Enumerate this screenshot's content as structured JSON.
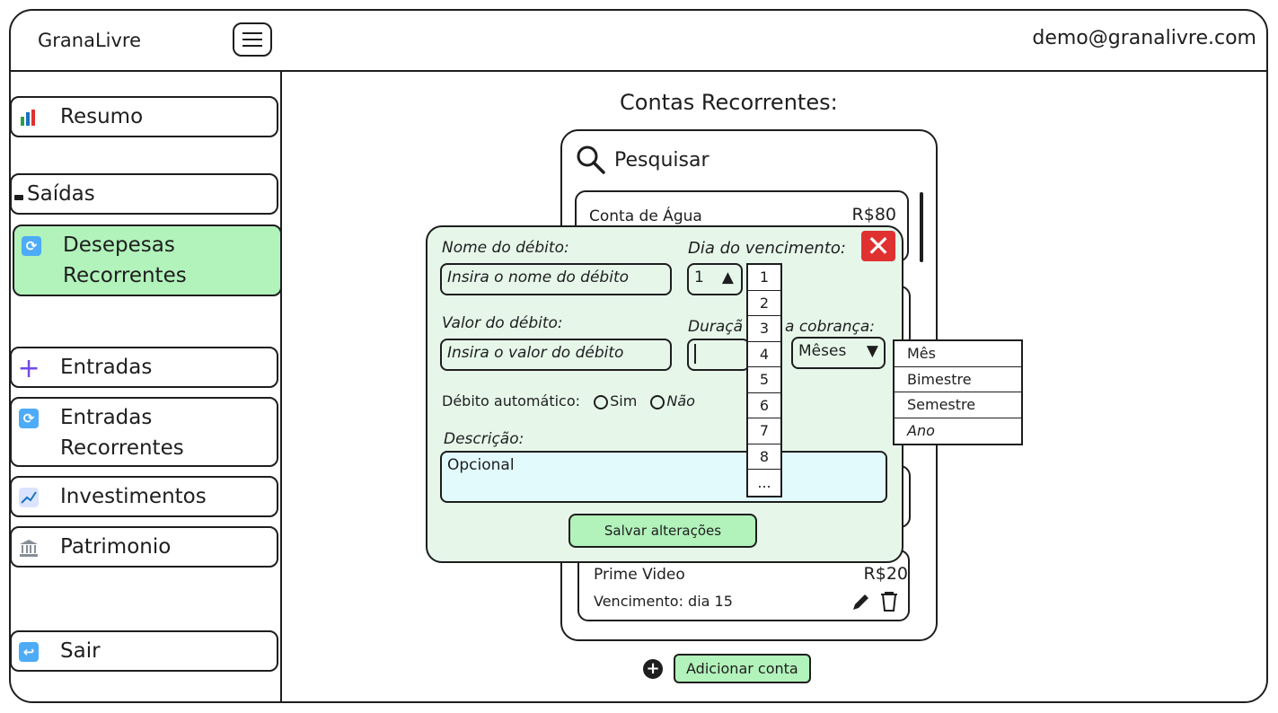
{
  "header": {
    "app_title": "GranaLivre",
    "user_email": "demo@granalivre.com"
  },
  "sidebar": {
    "items": [
      {
        "label": "Resumo",
        "icon": "bar-chart-icon"
      },
      {
        "label": "Saídas",
        "icon": "outflow-icon"
      },
      {
        "label": "Desepesas\nRecorrentes",
        "icon": "recurring-icon"
      },
      {
        "label": "Entradas",
        "icon": "plus-icon"
      },
      {
        "label": "Entradas\nRecorrentes",
        "icon": "recurring-icon"
      },
      {
        "label": "Investimentos",
        "icon": "trend-chart-icon"
      },
      {
        "label": "Patrimonio",
        "icon": "bank-icon"
      },
      {
        "label": "Sair",
        "icon": "logout-icon"
      }
    ]
  },
  "main": {
    "title": "Contas Recorrentes:",
    "search_placeholder": "Pesquisar",
    "cards": [
      {
        "name": "Conta de Água",
        "amount": "R$80"
      },
      {
        "name": "Prime Video",
        "amount": "R$20",
        "due": "Vencimento: dia 15"
      }
    ],
    "add_button": "Adicionar conta"
  },
  "modal": {
    "name_label": "Nome do débito:",
    "name_placeholder": "Insira o nome do débito",
    "due_label": "Dia do vencimento:",
    "due_value": "1",
    "value_label": "Valor do débito:",
    "value_placeholder": "Insira o valor do débito",
    "duration_label_start": "Duraçã",
    "duration_label_end": "a cobrança:",
    "period_value": "Mêses",
    "autodebit_label": "Débito automático:",
    "autodebit_yes": "Sim",
    "autodebit_no": "Não",
    "description_label": "Descrição:",
    "description_placeholder": "Opcional",
    "save_button": "Salvar alterações",
    "day_options": [
      "1",
      "2",
      "3",
      "4",
      "5",
      "6",
      "7",
      "8",
      "..."
    ],
    "period_options": [
      "Mês",
      "Bimestre",
      "Semestre",
      "Ano"
    ]
  },
  "colors": {
    "accent_green": "#b2f2bb",
    "modal_bg": "#e6f7ea",
    "close_red": "#e03131"
  }
}
